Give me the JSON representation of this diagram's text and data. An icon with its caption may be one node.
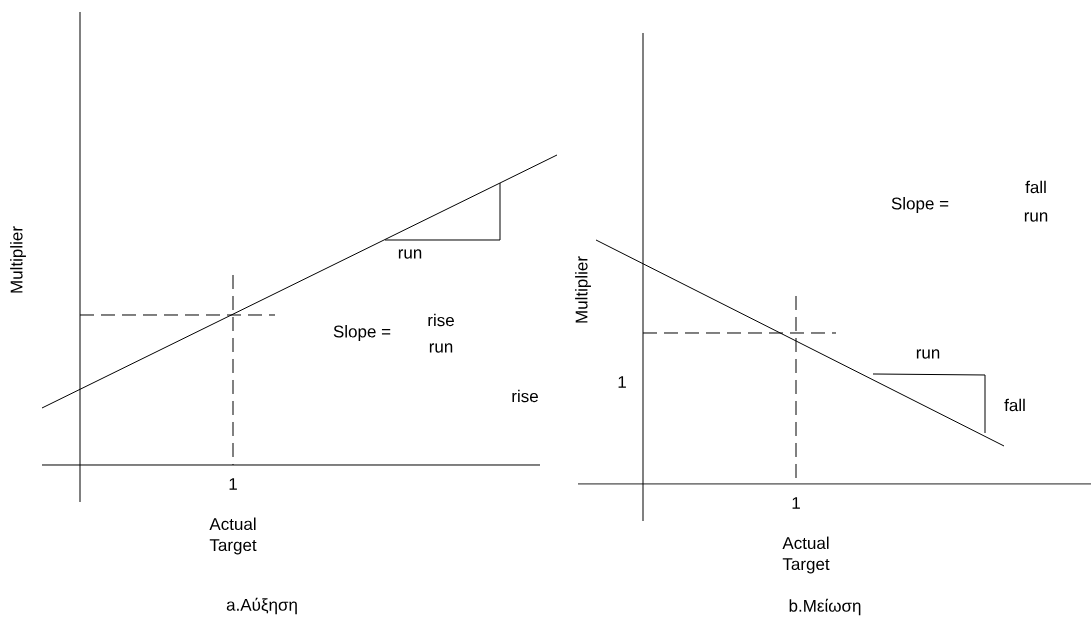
{
  "diagram": {
    "labels": [
      "Multiplier",
      "run",
      "Slope =",
      "rise",
      "run",
      "rise",
      "1",
      "Actual Target",
      "a.Αύξηση",
      "Multiplier",
      "Slope =",
      "fall",
      "run",
      "run",
      "1",
      "fall",
      "1",
      "Actual Target",
      "b.Μείωση"
    ]
  }
}
